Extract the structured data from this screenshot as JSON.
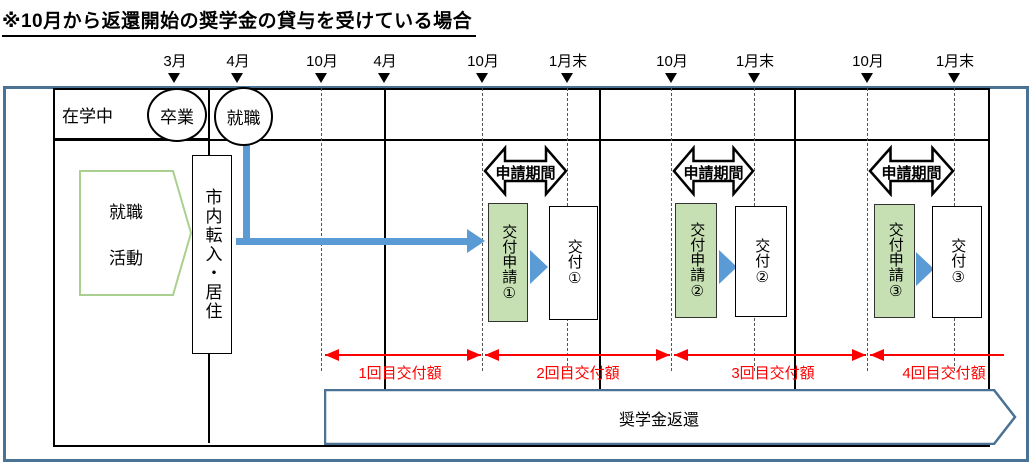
{
  "title": "※10月から返還開始の奨学金の貸与を受けている場合",
  "timeline": {
    "markers": [
      {
        "label": "3月"
      },
      {
        "label": "4月"
      },
      {
        "label": "10月"
      },
      {
        "label": "4月"
      },
      {
        "label": "10月"
      },
      {
        "label": "1月末"
      },
      {
        "label": "10月"
      },
      {
        "label": "1月末"
      },
      {
        "label": "10月"
      },
      {
        "label": "1月末"
      }
    ]
  },
  "header": {
    "enrolled_label": "在学中",
    "graduation_label": "卒業",
    "employment_label": "就職"
  },
  "pre_employment": {
    "job_hunting_line1": "就職",
    "job_hunting_line2": "活動",
    "residence_label": "市内転入・居住"
  },
  "groups": [
    {
      "period_label": "申請期間",
      "application_label": "交付申請①",
      "grant_label": "交付①"
    },
    {
      "period_label": "申請期間",
      "application_label": "交付申請②",
      "grant_label": "交付②"
    },
    {
      "period_label": "申請期間",
      "application_label": "交付申請③",
      "grant_label": "交付③"
    }
  ],
  "payment_spans": [
    {
      "label": "1回目交付額"
    },
    {
      "label": "2回目交付額"
    },
    {
      "label": "3回目交付額"
    },
    {
      "label": "4回目交付額"
    }
  ],
  "repayment": {
    "label": "奨学金返還"
  },
  "colors": {
    "frame_blue": "#4a7294",
    "accent_blue": "#5b9bd5",
    "green_fill": "#c6e0b4",
    "green_border": "#a9d08e",
    "red": "#ff0000"
  }
}
